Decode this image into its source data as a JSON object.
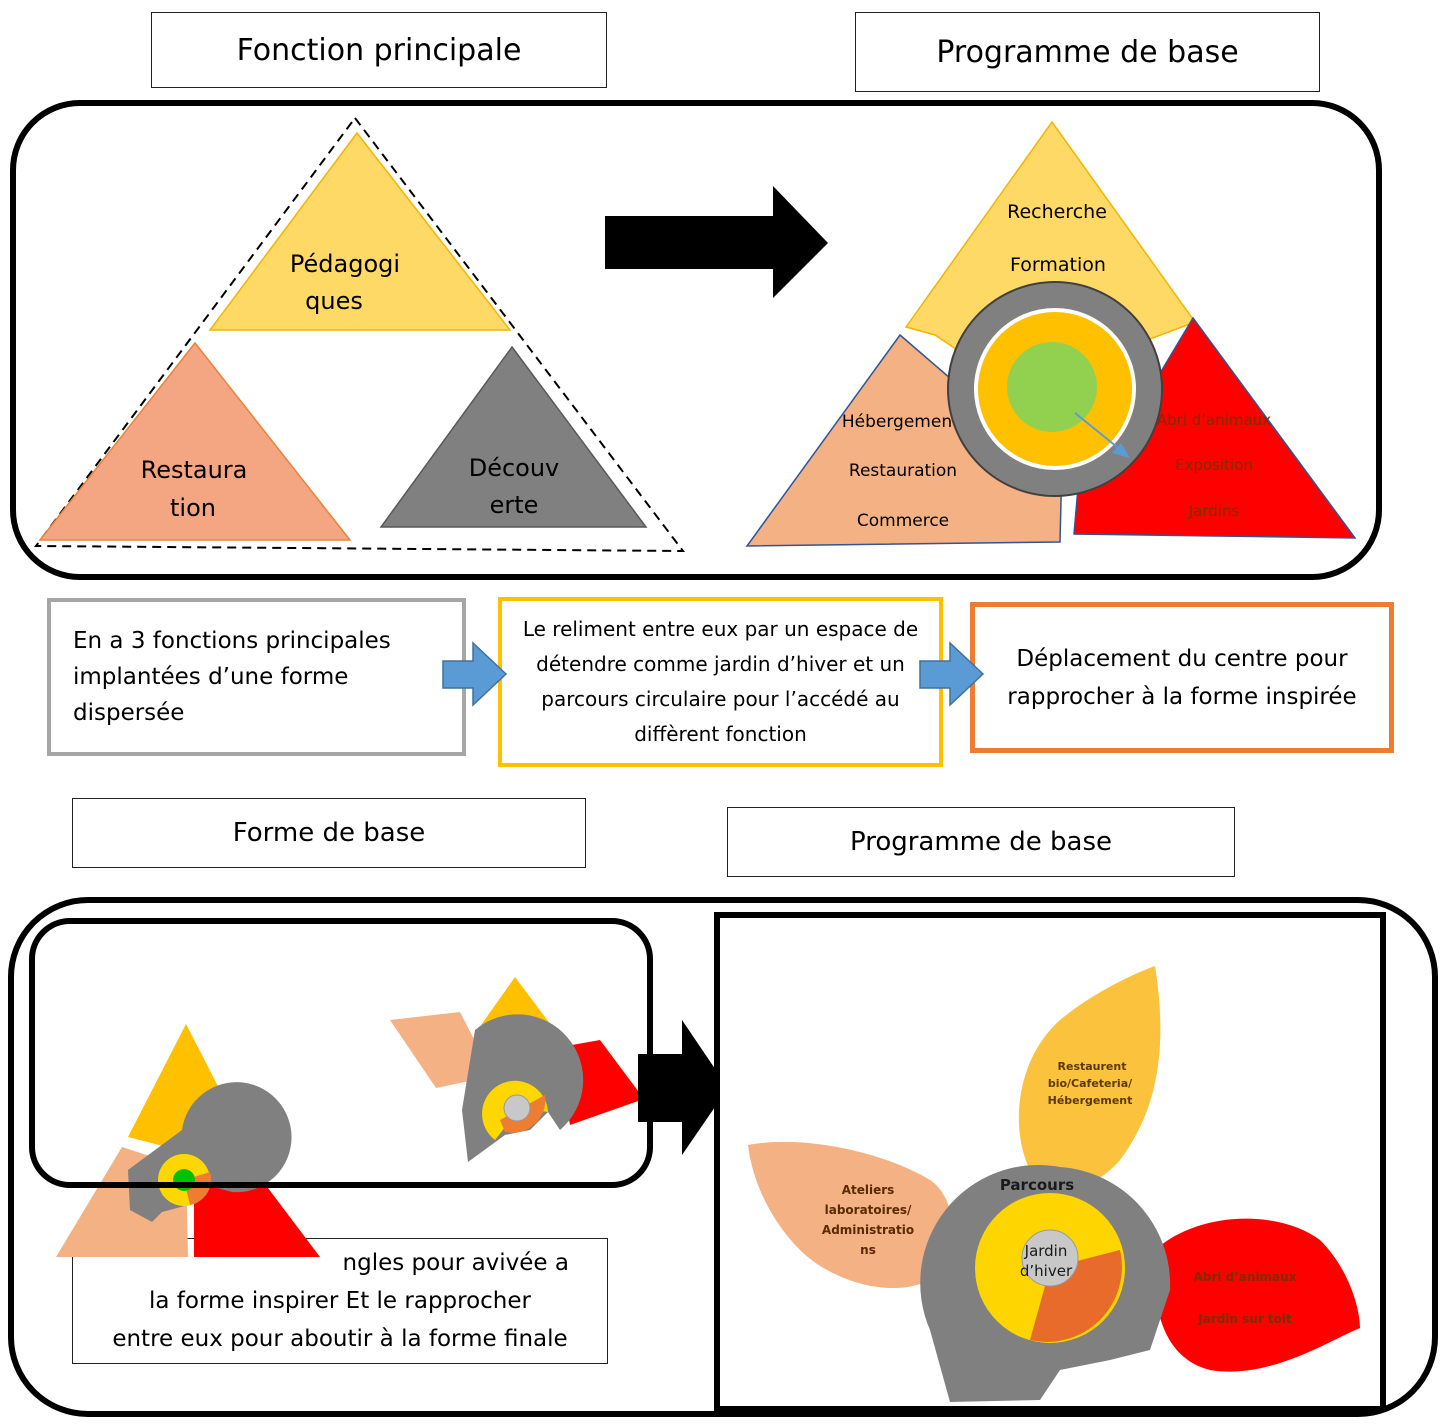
{
  "headers": {
    "fonction_principale": "Fonction principale",
    "programme_de_base_top": "Programme de base",
    "forme_de_base": "Forme de base",
    "programme_de_base_bottom": "Programme de base"
  },
  "top_left_triangles": {
    "pedagogiques": [
      "Pédagogi",
      "ques"
    ],
    "restauration": [
      "Restaura",
      "tion"
    ],
    "decouverte": [
      "Découv",
      "erte"
    ]
  },
  "top_right_program": {
    "top": [
      "Recherche",
      "Formation"
    ],
    "left": [
      "Hébergemen",
      "Restauration",
      "Commerce"
    ],
    "right": [
      "Abri d’animaux",
      "Exposition",
      "Jardins"
    ]
  },
  "notes": {
    "note1": "En a 3 fonctions principales implantées d’une forme dispersée",
    "note2": "Le reliment entre eux par un espace de détendre comme jardin d’hiver et un parcours circulaire pour l’accédé au diffèrent fonction",
    "note3": "Déplacement du centre pour rapprocher à la forme inspirée",
    "note4_line1": "ngles pour avivée a",
    "note4_line2": "la forme inspirer Et le rapprocher",
    "note4_line3": "entre eux pour aboutir à la forme finale"
  },
  "bottom_right_program": {
    "top_petal": [
      "Restaurent",
      "bio/Cafeteria/",
      "Hébergement"
    ],
    "left_petal": [
      "Ateliers",
      "laboratoires/",
      "Administratio",
      "ns"
    ],
    "right_petal": [
      "Abri d’animaux",
      "Jardin sur toit"
    ],
    "ring_label": "Parcours",
    "center_label": [
      "Jardin",
      "d’hiver"
    ]
  },
  "colors": {
    "yellow": "#FFC000",
    "light_yellow": "#FFD966",
    "salmon": "#F4B183",
    "red": "#FF0000",
    "gray": "#808080",
    "green": "#92D050",
    "orange": "#ED7D31",
    "blue": "#5B9BD5"
  }
}
